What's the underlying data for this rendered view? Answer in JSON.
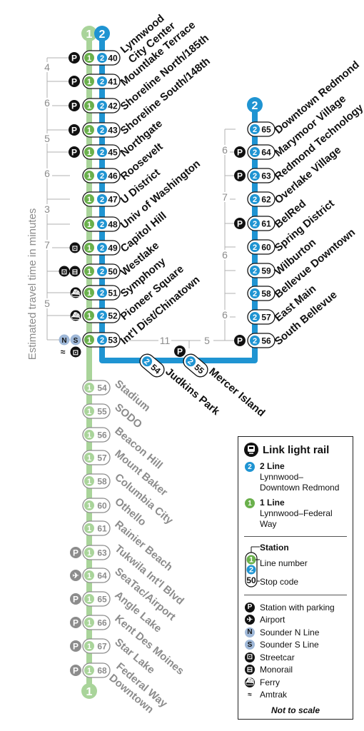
{
  "colors": {
    "line1": "#6ab04c",
    "line1_light": "#a9d49a",
    "line2": "#1f94d2",
    "future_text": "#8c8c8c",
    "ink": "#111111"
  },
  "axis_title": "Estimated travel time in minutes",
  "line_labels": {
    "line1": "1",
    "line2": "2"
  },
  "line2_stations": [
    {
      "name": "Lynnwood City Center",
      "code": "40",
      "parking": true
    },
    {
      "name": "Mountlake Terrace",
      "code": "41",
      "parking": true
    },
    {
      "name": "Shoreline North/185th",
      "code": "42",
      "parking": true
    },
    {
      "name": "Shoreline South/148th",
      "code": "43",
      "parking": true
    },
    {
      "name": "Northgate",
      "code": "45",
      "parking": true
    },
    {
      "name": "Roosevelt",
      "code": "46",
      "parking": false
    },
    {
      "name": "U District",
      "code": "47",
      "parking": false
    },
    {
      "name": "Univ of Washington",
      "code": "48",
      "parking": false
    },
    {
      "name": "Capitol Hill",
      "code": "49",
      "parking": false
    },
    {
      "name": "Westlake",
      "code": "50",
      "parking": false
    },
    {
      "name": "Symphony",
      "code": "51",
      "parking": false
    },
    {
      "name": "Pioneer Square",
      "code": "52",
      "parking": false
    },
    {
      "name": "Int'l Dist/Chinatown",
      "code": "53",
      "parking": false
    }
  ],
  "eastside_stations": [
    {
      "name": "Downtown Redmond",
      "code": "65",
      "parking": false
    },
    {
      "name": "Marymoor Village",
      "code": "64",
      "parking": true
    },
    {
      "name": "Redmond Technology",
      "code": "63",
      "parking": true
    },
    {
      "name": "Overlake Village",
      "code": "62",
      "parking": false
    },
    {
      "name": "BelRed",
      "code": "61",
      "parking": true
    },
    {
      "name": "Spring District",
      "code": "60",
      "parking": false
    },
    {
      "name": "Wilburton",
      "code": "59",
      "parking": false
    },
    {
      "name": "Bellevue Downtown",
      "code": "58",
      "parking": false
    },
    {
      "name": "East Main",
      "code": "57",
      "parking": false
    },
    {
      "name": "South Bellevue",
      "code": "56",
      "parking": true
    }
  ],
  "crosslake_stations": [
    {
      "name": "Judkins Park",
      "code": "54"
    },
    {
      "name": "Mercer Island",
      "code": "55",
      "parking": true
    }
  ],
  "south_stations": [
    {
      "name": "Stadium",
      "code": "54",
      "parking": false
    },
    {
      "name": "SODO",
      "code": "55",
      "parking": false
    },
    {
      "name": "Beacon Hill",
      "code": "56",
      "parking": false
    },
    {
      "name": "Mount Baker",
      "code": "57",
      "parking": false
    },
    {
      "name": "Columbia City",
      "code": "58",
      "parking": false
    },
    {
      "name": "Othello",
      "code": "60",
      "parking": false
    },
    {
      "name": "Rainier Beach",
      "code": "61",
      "parking": false
    },
    {
      "name": "Tukwila Int'l Blvd",
      "code": "63",
      "parking": true
    },
    {
      "name": "SeaTac/Airport",
      "code": "64",
      "airport": true
    },
    {
      "name": "Angle Lake",
      "code": "65",
      "parking": true
    },
    {
      "name": "Kent Des Moines",
      "code": "66",
      "parking": true
    },
    {
      "name": "Star Lake",
      "code": "67",
      "parking": true
    },
    {
      "name": "Federal Way Downtown",
      "code": "68",
      "parking": true
    }
  ],
  "west_times": [
    "4",
    "6",
    "5",
    "6",
    "3",
    "7",
    "5"
  ],
  "east_times": [
    "6",
    "7",
    "6",
    "6"
  ],
  "crosslake_times": [
    "11",
    "5"
  ],
  "legend": {
    "title": "Link light rail",
    "line2": {
      "name": "2 Line",
      "desc": "Lynnwood–\nDowntown Redmond",
      "num": "2"
    },
    "line1": {
      "name": "1 Line",
      "desc": "Lynnwood–Federal Way",
      "num": "1"
    },
    "station_key": {
      "title": "Station",
      "line_number": "Line number",
      "stop_code": "Stop code",
      "sample_code": "50"
    },
    "symbols": [
      {
        "icon": "parking-icon",
        "glyph": "P",
        "label": "Station with parking"
      },
      {
        "icon": "airport-icon",
        "glyph": "✈",
        "label": "Airport"
      },
      {
        "icon": "sounder-n-icon",
        "glyph": "N",
        "label": "Sounder N Line"
      },
      {
        "icon": "sounder-s-icon",
        "glyph": "S",
        "label": "Sounder S Line"
      },
      {
        "icon": "streetcar-icon",
        "glyph": "⊡",
        "label": "Streetcar"
      },
      {
        "icon": "monorail-icon",
        "glyph": "⊟",
        "label": "Monorail"
      },
      {
        "icon": "ferry-icon",
        "glyph": "⛴",
        "label": "Ferry"
      },
      {
        "icon": "amtrak-icon",
        "glyph": "≈",
        "label": "Amtrak"
      }
    ],
    "not_to_scale": "Not to scale"
  }
}
